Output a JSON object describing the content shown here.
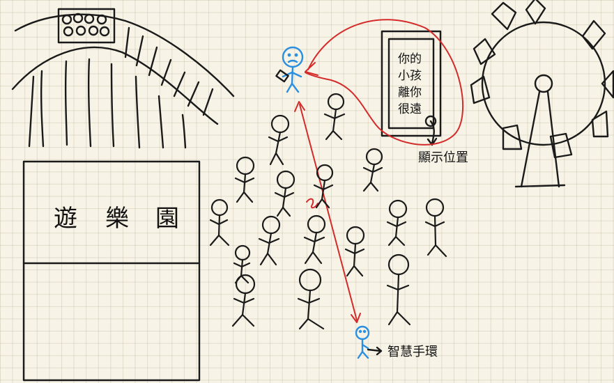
{
  "park": {
    "sign_chars": [
      "遊",
      "樂",
      "園"
    ]
  },
  "phone_screen": {
    "lines": [
      "你的",
      "小孩",
      "離你",
      "很遠"
    ]
  },
  "annotations": {
    "location_label": "顯示位置",
    "wristband_label": "智慧手環"
  },
  "colors": {
    "ink": "#1a1a1a",
    "alert_red": "#d42a2a",
    "figure_blue": "#2a8fe0"
  }
}
